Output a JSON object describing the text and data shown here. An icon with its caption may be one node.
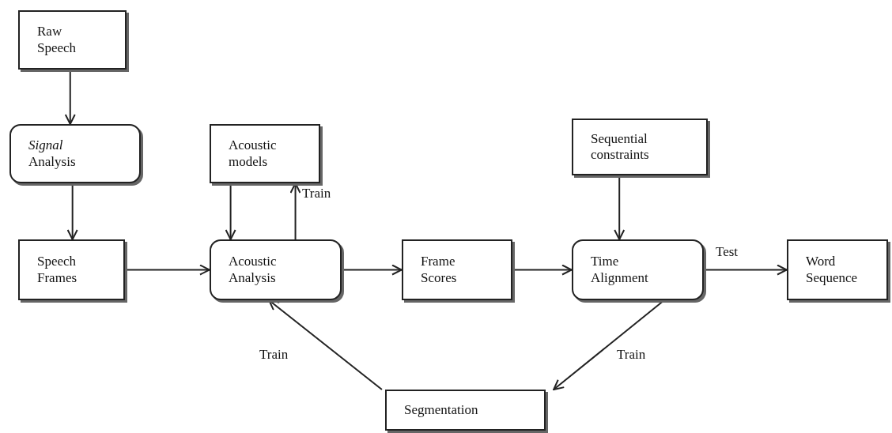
{
  "diagram": {
    "nodes": [
      {
        "text": [
          "Raw Speech"
        ]
      },
      {
        "text": [
          "*Signal* Analysis"
        ]
      },
      {
        "text": [
          "Acoustic models"
        ]
      },
      {
        "text": [
          "Speech Frames"
        ]
      },
      {
        "text": [
          "Acoustic Analysis"
        ]
      },
      {
        "text": [
          "Frame Scores"
        ]
      },
      {
        "text": [
          "Sequential constraints"
        ]
      },
      {
        "text": [
          "Time Alignment"
        ]
      },
      {
        "text": [
          "Word Sequence"
        ]
      },
      {
        "text": [
          "Segmentation"
        ]
      }
    ],
    "edges": [
      {
        "from": 0,
        "to": 1,
        "arrow": "to"
      },
      {
        "from": 1,
        "to": 3,
        "arrow": "to"
      },
      {
        "from": 2,
        "to": 4,
        "arrow": "to"
      },
      {
        "from": 4,
        "to": 2,
        "arrow": "to",
        "label": "Train"
      },
      {
        "from": 3,
        "to": 4,
        "arrow": "to"
      },
      {
        "from": 4,
        "to": 5,
        "arrow": "to"
      },
      {
        "from": 5,
        "to": 7,
        "arrow": "to"
      },
      {
        "from": 6,
        "to": 7,
        "arrow": "to"
      },
      {
        "from": 7,
        "to": 8,
        "arrow": "to",
        "label": "Test"
      },
      {
        "from": 7,
        "to": 9,
        "arrow": "to",
        "label": "Train"
      },
      {
        "from": 9,
        "to": 4,
        "arrow": "to",
        "label": "Train"
      }
    ]
  }
}
